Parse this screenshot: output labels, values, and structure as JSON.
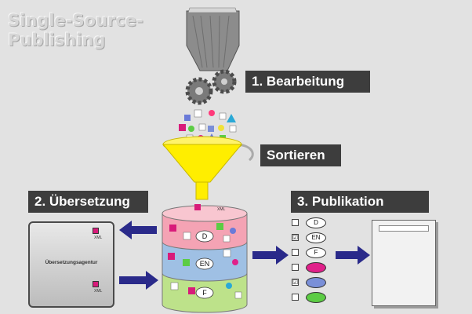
{
  "title": "Single-Source-\nPublishing",
  "labels": {
    "bearbeitung": "1. Bearbeitung",
    "sortieren": "Sortieren",
    "uebersetzung": "2. Übersetzung",
    "publikation": "3. Publikation"
  },
  "agency": {
    "name": "Übersetzungsagentur",
    "xml_top": "XML",
    "xml_bottom": "XML"
  },
  "cylinder": {
    "xml_tag": "XML",
    "layers": [
      "D",
      "EN",
      "F"
    ]
  },
  "options": [
    {
      "checked": false,
      "label": "D",
      "fill": "#ffffff"
    },
    {
      "checked": true,
      "label": "EN",
      "fill": "#ffffff"
    },
    {
      "checked": false,
      "label": "F",
      "fill": "#ffffff"
    },
    {
      "checked": false,
      "label": "",
      "fill": "#e0208a"
    },
    {
      "checked": true,
      "label": "",
      "fill": "#7a8fd8"
    },
    {
      "checked": false,
      "label": "",
      "fill": "#5ccc44"
    }
  ],
  "colors": {
    "label_bg": "#3d3d3d",
    "funnel": "#ffee00",
    "arrow": "#2a2a8a",
    "layer_top": "#f4a3b4",
    "layer_mid": "#9fc0e4",
    "layer_bottom": "#bde28a"
  },
  "icons": {
    "gears": "gear-icon",
    "checkbox": "checkbox-icon",
    "document": "document-icon"
  }
}
